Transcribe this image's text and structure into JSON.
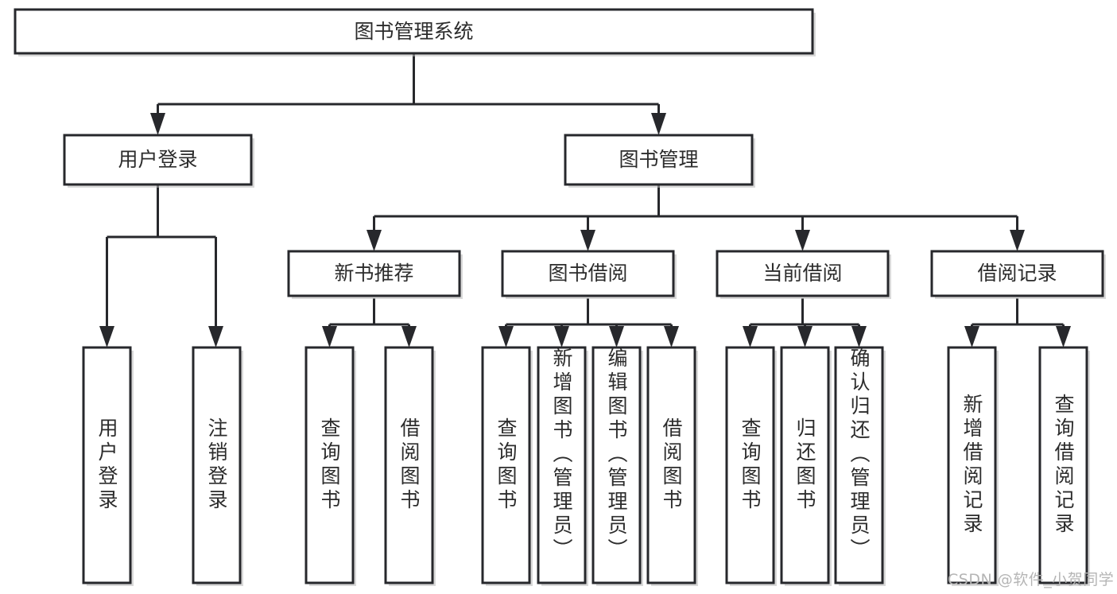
{
  "diagram": {
    "title": "图书管理系统",
    "type": "tree-hierarchy",
    "watermark": "CSDN @软件_小贺同学",
    "colors": {
      "stroke": "#27282c",
      "fill": "#ffffff",
      "text": "#2c2c2c",
      "shadow": "#b9b9b9",
      "watermark": "#b5b5b5"
    },
    "root": {
      "label": "图书管理系统"
    },
    "level2": [
      {
        "label": "用户登录"
      },
      {
        "label": "图书管理"
      }
    ],
    "level3": [
      {
        "label": "新书推荐"
      },
      {
        "label": "图书借阅"
      },
      {
        "label": "当前借阅"
      },
      {
        "label": "借阅记录"
      }
    ],
    "leaves": {
      "user_login": [
        {
          "label": "用户登录"
        },
        {
          "label": "注销登录"
        }
      ],
      "new_book": [
        {
          "label": "查询图书"
        },
        {
          "label": "借阅图书"
        }
      ],
      "book_borrow": [
        {
          "label": "查询图书"
        },
        {
          "label": "新增图书（管理员）"
        },
        {
          "label": "编辑图书（管理员）"
        },
        {
          "label": "借阅图书"
        }
      ],
      "current_borrow": [
        {
          "label": "查询图书"
        },
        {
          "label": "归还图书"
        },
        {
          "label": "确认归还（管理员）"
        }
      ],
      "borrow_record": [
        {
          "label": "新增借阅记录"
        },
        {
          "label": "查询借阅记录"
        }
      ]
    }
  }
}
